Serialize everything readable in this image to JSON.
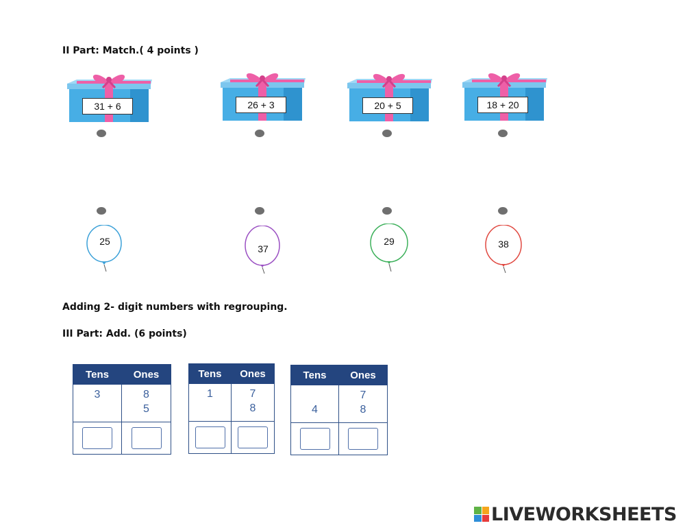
{
  "part2": {
    "heading": "II Part: Match.( 4 points )",
    "gifts": [
      "31 + 6",
      "26 + 3",
      "20 + 5",
      "18 + 20"
    ],
    "balloons": [
      {
        "value": "25",
        "color": "#3aa0d8"
      },
      {
        "value": "37",
        "color": "#9a4fc2"
      },
      {
        "value": "29",
        "color": "#3cb05a"
      },
      {
        "value": "38",
        "color": "#e0473f"
      }
    ]
  },
  "section_title": "Adding 2- digit numbers with regrouping.",
  "part3": {
    "heading": "III Part: Add. (6 points)",
    "tables": [
      {
        "tens_header": "Tens",
        "ones_header": "Ones",
        "tens": [
          "3",
          ""
        ],
        "ones": [
          "8",
          "5"
        ]
      },
      {
        "tens_header": "Tens",
        "ones_header": "Ones",
        "tens": [
          "1",
          ""
        ],
        "ones": [
          "7",
          "8"
        ]
      },
      {
        "tens_header": "Tens",
        "ones_header": "Ones",
        "tens": [
          "",
          "4"
        ],
        "ones": [
          "7",
          "8"
        ]
      }
    ]
  },
  "brand": {
    "name": "LIVEWORKSHEETS",
    "mark_colors": [
      "#5fb346",
      "#f4a51c",
      "#2f8fd8",
      "#e63c3c"
    ]
  }
}
